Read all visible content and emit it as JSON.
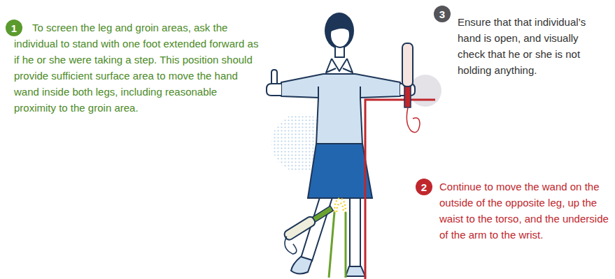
{
  "diagram": {
    "nodes": [
      {
        "text": [
          "1"
        ]
      },
      {
        "text": [
          "3"
        ]
      },
      {
        "text": [
          "2"
        ]
      }
    ],
    "labels": [
      "To screen the leg and groin areas, ask the individual to stand with one foot extended forward as if he or she were taking a step. This position should provide sufficient surface area to move the hand wand inside both legs, including reasonable proximity to the groin area.",
      "Ensure that that individual’s hand is open, and visually check that he or she is not holding anything.",
      "Continue to move the wand on the outside of the opposite leg, up the waist to the torso, and the underside of the arm to the wrist."
    ]
  }
}
